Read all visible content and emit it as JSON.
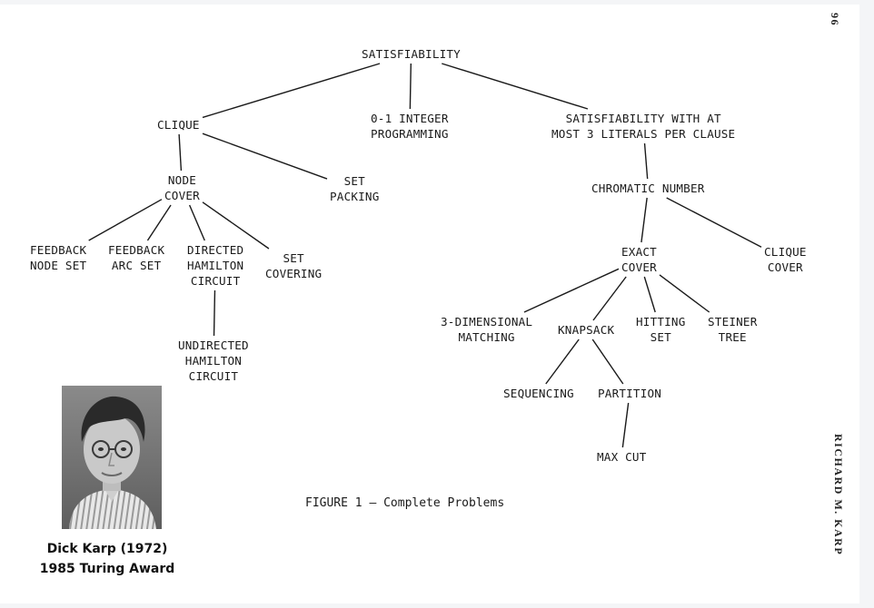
{
  "diagram": {
    "caption": "FIGURE 1 – Complete Problems",
    "page_number": "96",
    "running_head": "RICHARD M. KARP",
    "nodes": {
      "sat": "SATISFIABILITY",
      "clique": "CLIQUE",
      "ilp": "0-1 INTEGER\nPROGRAMMING",
      "sat3": "SATISFIABILITY WITH AT\nMOST 3 LITERALS PER CLAUSE",
      "node_cover": "NODE\nCOVER",
      "set_packing": "SET\nPACKING",
      "chromatic": "CHROMATIC NUMBER",
      "fvs": "FEEDBACK\nNODE SET",
      "fas": "FEEDBACK\nARC SET",
      "dhc": "DIRECTED\nHAMILTON\nCIRCUIT",
      "set_covering": "SET\nCOVERING",
      "uhc": "UNDIRECTED\nHAMILTON\nCIRCUIT",
      "exact_cover": "EXACT\nCOVER",
      "clique_cover": "CLIQUE\nCOVER",
      "three_dm": "3-DIMENSIONAL\nMATCHING",
      "knapsack": "KNAPSACK",
      "hitting_set": "HITTING\nSET",
      "steiner": "STEINER\nTREE",
      "sequencing": "SEQUENCING",
      "partition": "PARTITION",
      "max_cut": "MAX CUT"
    },
    "edges": [
      [
        "sat",
        "clique"
      ],
      [
        "sat",
        "ilp"
      ],
      [
        "sat",
        "sat3"
      ],
      [
        "clique",
        "node_cover"
      ],
      [
        "clique",
        "set_packing"
      ],
      [
        "node_cover",
        "fvs"
      ],
      [
        "node_cover",
        "fas"
      ],
      [
        "node_cover",
        "dhc"
      ],
      [
        "node_cover",
        "set_covering"
      ],
      [
        "dhc",
        "uhc"
      ],
      [
        "sat3",
        "chromatic"
      ],
      [
        "chromatic",
        "exact_cover"
      ],
      [
        "chromatic",
        "clique_cover"
      ],
      [
        "exact_cover",
        "three_dm"
      ],
      [
        "exact_cover",
        "knapsack"
      ],
      [
        "exact_cover",
        "hitting_set"
      ],
      [
        "exact_cover",
        "steiner"
      ],
      [
        "knapsack",
        "sequencing"
      ],
      [
        "knapsack",
        "partition"
      ],
      [
        "partition",
        "max_cut"
      ]
    ]
  },
  "photo": {
    "line1": "Dick Karp (1972)",
    "line2": "1985 Turing Award"
  }
}
